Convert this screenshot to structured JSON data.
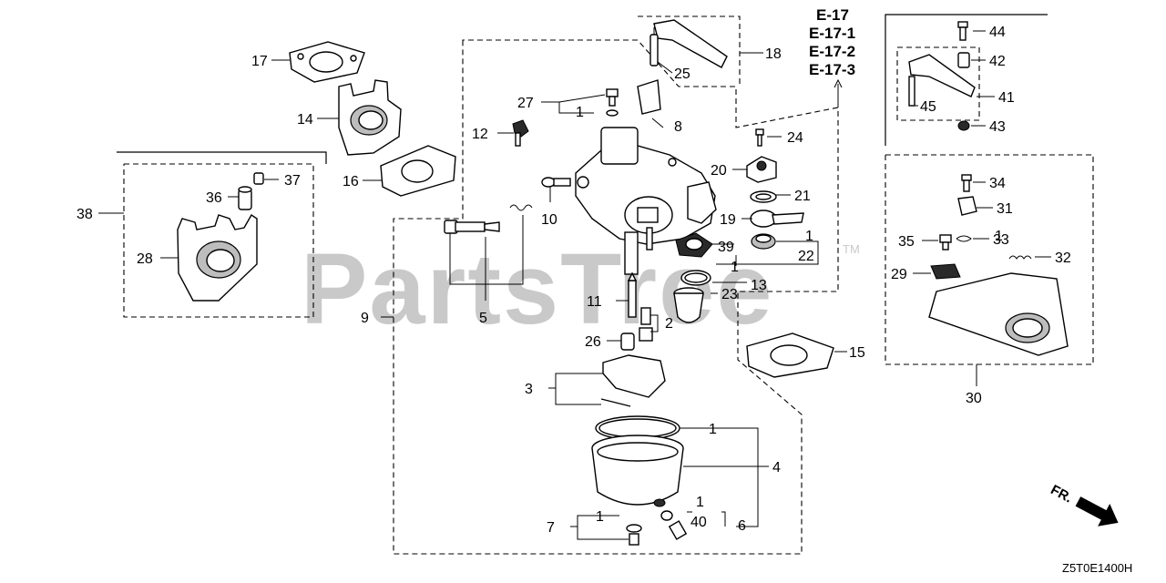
{
  "watermark": {
    "text": "PartsTree",
    "trademark": "TM"
  },
  "reference_codes": [
    "E-17",
    "E-17-1",
    "E-17-2",
    "E-17-3"
  ],
  "direction_label": "FR.",
  "diagram_code": "Z5T0E1400H",
  "callouts": {
    "c1a": "1",
    "c1b": "1",
    "c1c": "1",
    "c1d": "1",
    "c1e": "1",
    "c1f": "1",
    "c1g": "1",
    "c2": "2",
    "c3": "3",
    "c4": "4",
    "c5": "5",
    "c6": "6",
    "c7": "7",
    "c8": "8",
    "c9": "9",
    "c10": "10",
    "c11": "11",
    "c12": "12",
    "c13": "13",
    "c14": "14",
    "c15": "15",
    "c16": "16",
    "c17": "17",
    "c18": "18",
    "c19": "19",
    "c20": "20",
    "c21": "21",
    "c22": "22",
    "c23": "23",
    "c24": "24",
    "c25": "25",
    "c26": "26",
    "c27": "27",
    "c28": "28",
    "c29": "29",
    "c30": "30",
    "c31": "31",
    "c32": "32",
    "c33": "33",
    "c34": "34",
    "c35": "35",
    "c36": "36",
    "c37": "37",
    "c38": "38",
    "c39": "39",
    "c40": "40",
    "c41": "41",
    "c42": "42",
    "c43": "43",
    "c44": "44",
    "c45": "45"
  }
}
